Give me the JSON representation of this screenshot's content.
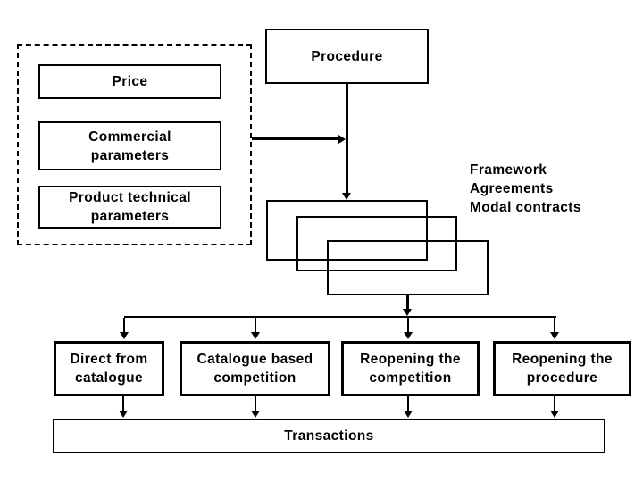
{
  "colors": {
    "background": "#ffffff",
    "line": "#000000",
    "text": "#000000"
  },
  "parameters_panel": {
    "price": "Price",
    "commercial": "Commercial\nparameters",
    "product": "Product technical\nparameters"
  },
  "procedure": "Procedure",
  "framework_note": "Framework\nAgreements\nModal contracts",
  "channels": [
    "Direct from\ncatalogue",
    "Catalogue based\ncompetition",
    "Reopening the\ncompetition",
    "Reopening the\nprocedure"
  ],
  "transactions": "Transactions"
}
